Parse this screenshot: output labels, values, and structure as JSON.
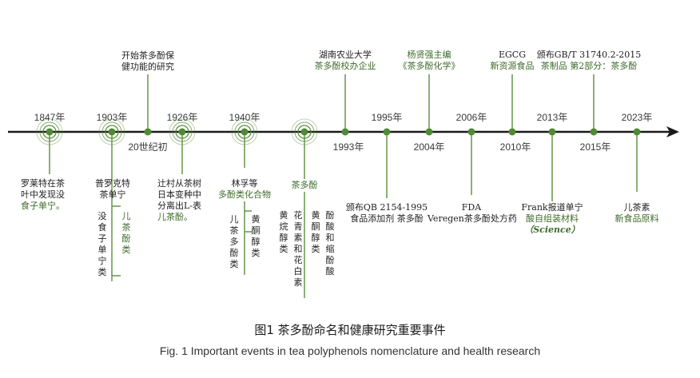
{
  "colors": {
    "axis": "#1a1a1a",
    "accent_green": "#5a8f3c",
    "text_green": "#3e6b2a",
    "text_dark": "#222222"
  },
  "years": {
    "y1847": "1847年",
    "y1903": "1903年",
    "y1926": "1926年",
    "y1940": "1940年",
    "y1993": "1993年",
    "y1995": "1995年",
    "y2004": "2004年",
    "y2006": "2006年",
    "y2010": "2010年",
    "y2013": "2013年",
    "y2015": "2015年",
    "y2023": "2023年",
    "c20": "20世纪初"
  },
  "events": {
    "e1847": [
      "罗莱特在茶",
      "叶中发现没",
      "食子单宁。"
    ],
    "e1903": [
      "普罗克特",
      "茶单宁"
    ],
    "e1903_col1": "没食子单宁类",
    "e1903_col2": "儿茶酚类",
    "e20c": [
      "开始茶多酚保",
      "健功能的研究"
    ],
    "e1926": [
      "辻村从茶树",
      "日本变种中",
      "分离出L-表",
      "儿茶酚。"
    ],
    "e1940": [
      "林孚等",
      "多酚类化合物"
    ],
    "e1940_col1": "儿茶多酚类",
    "e1940_col2": "黄酮醇类",
    "tea_polyphenols": "茶多酚",
    "tp_col1": "黄烷醇类",
    "tp_col2": "花青素和花白素",
    "tp_col3": "黄酮醇类",
    "tp_col4": "酚酸和缩酚酸",
    "e1993": [
      "湖南农业大学",
      "茶多酚校办企业"
    ],
    "e1995": [
      "颁布QB 2154-1995",
      "食品添加剂 茶多酚"
    ],
    "e2004": [
      "杨贤强主编",
      "《茶多酚化学》"
    ],
    "e2006_top": "FDA",
    "e2006_bottom": "Veregen茶多酚处方药",
    "e2010": [
      "EGCG",
      "新资源食品"
    ],
    "e2013": [
      "Frank报道单宁",
      "酸自组装材料"
    ],
    "e2013_journal": "（Science）",
    "e2015": [
      "颁布GB/T 31740.2-2015",
      "茶制品  第2部分：茶多酚"
    ],
    "e2023": [
      "儿茶素",
      "新食品原料"
    ]
  },
  "caption": {
    "cn": "图1 茶多酚命名和健康研究重要事件",
    "en": "Fig. 1 Important events in tea polyphenols nomenclature and health research"
  }
}
